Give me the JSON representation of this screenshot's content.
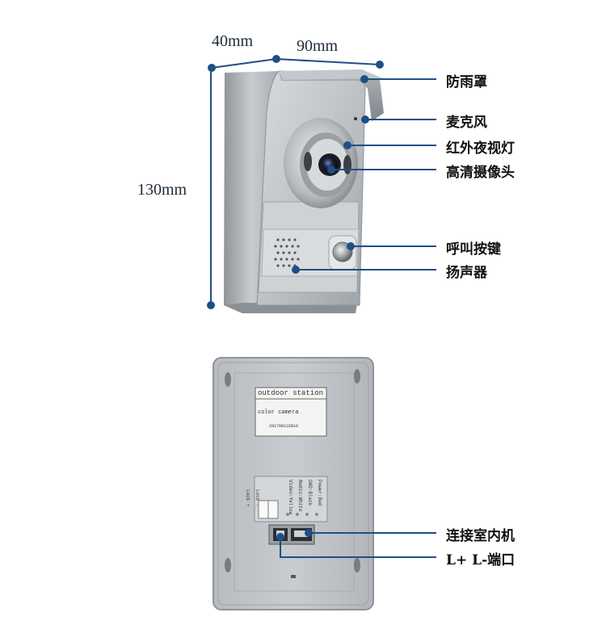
{
  "dimensions": {
    "depth": "40mm",
    "width": "90mm",
    "height": "130mm"
  },
  "front_labels": [
    {
      "id": "rain-cover",
      "text": "防雨罩"
    },
    {
      "id": "microphone",
      "text": "麦克风"
    },
    {
      "id": "infrared-night-light",
      "text": "红外夜视灯"
    },
    {
      "id": "hd-camera",
      "text": "高清摄像头"
    },
    {
      "id": "call-button",
      "text": "呼叫按键"
    },
    {
      "id": "speaker",
      "text": "扬声器"
    }
  ],
  "back_labels": [
    {
      "id": "indoor-unit-connection",
      "text": "连接室内机"
    },
    {
      "id": "lock-port",
      "text": "L+ L-端口"
    }
  ],
  "sticker": {
    "title": "outdoor station",
    "subtitle": "color camera",
    "serial": "20170812ZB18"
  },
  "terminal_labels": {
    "left": [
      "Lock +",
      "Lock -"
    ],
    "right": [
      "Power:Red",
      "GND:Black",
      "Audio:White",
      "Video:Yellow"
    ]
  },
  "colors": {
    "accent": "#1e4f86",
    "device_silver": "#c4c8cc"
  }
}
